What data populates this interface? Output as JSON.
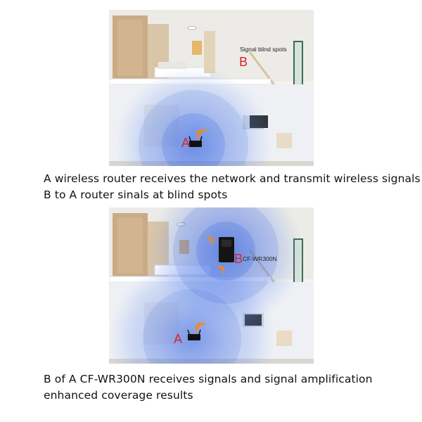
{
  "top": {
    "blind_spot_label": "Signal blind spots",
    "marker_a": "A",
    "marker_b": "B",
    "caption_line1": "A wireless router receives the network and transmit wireless signals",
    "caption_line2": "B to  A router sinals at blind spots"
  },
  "bottom": {
    "marker_a": "A",
    "marker_b": "B",
    "device_label": "CF-WR300N",
    "caption_line1": "B of A CF-WR300N receives signals and signal amplification",
    "caption_line2": "enhanced coverage results"
  },
  "colors": {
    "marker_red": "#d8262a",
    "signal_blue": "#2f5fe0",
    "wifi_orange": "#f08a1c"
  }
}
